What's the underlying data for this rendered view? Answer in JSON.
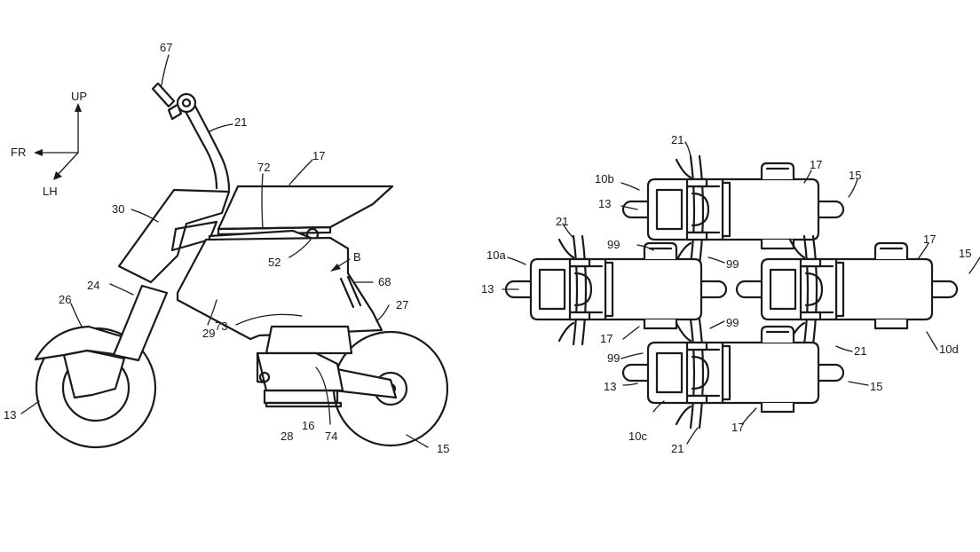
{
  "axes": {
    "up": "UP",
    "front": "FR",
    "left": "LH",
    "view_arrow": "B"
  },
  "side_view": {
    "labels": [
      "67",
      "21",
      "17",
      "72",
      "30",
      "52",
      "68",
      "24",
      "26",
      "29",
      "27",
      "73",
      "13",
      "28",
      "16",
      "74",
      "15"
    ]
  },
  "top_view": {
    "labels": [
      "21",
      "10b",
      "17",
      "15",
      "13",
      "21",
      "99",
      "10a",
      "99",
      "17",
      "15",
      "13",
      "99",
      "17",
      "99",
      "21",
      "10d",
      "13",
      "15",
      "10c",
      "17",
      "21"
    ]
  }
}
